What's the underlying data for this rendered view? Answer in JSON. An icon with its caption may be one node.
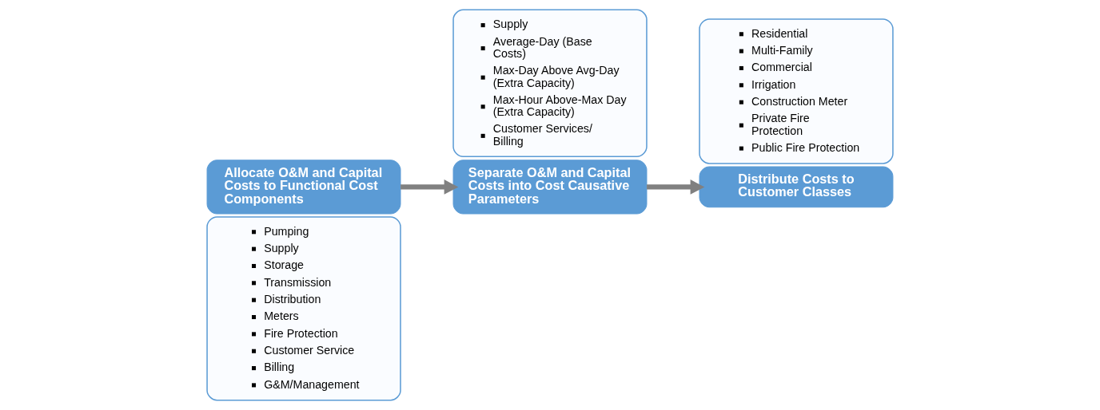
{
  "diagram": {
    "nodes": [
      {
        "text": [
          "Allocate O&M and Capital Costs to Functional Cost Components"
        ]
      },
      {
        "text": [
          "Pumping",
          "Supply",
          "Storage",
          "Transmission",
          "Distribution",
          "Meters",
          "Fire Protection",
          "Customer Service",
          "Billing",
          "G&M/Management"
        ]
      },
      {
        "text": [
          "Separate O&M and Capital Costs into Cost Causative Parameters"
        ]
      },
      {
        "text": [
          "Supply",
          "Average-Day (Base Costs)",
          "Max-Day Above Avg-Day (Extra Capacity)",
          "Max-Hour Above-Max Day (Extra Capacity)",
          "Customer Services/ Billing"
        ]
      },
      {
        "text": [
          "Distribute Costs to Customer Classes"
        ]
      },
      {
        "text": [
          "Residential",
          "Multi-Family",
          "Commercial",
          "Irrigation",
          "Construction Meter",
          "Private Fire Protection",
          "Public Fire Protection"
        ]
      }
    ],
    "edges": [
      {
        "from": 0,
        "to": 2,
        "arrow": "to"
      },
      {
        "from": 2,
        "to": 4,
        "arrow": "to"
      }
    ]
  }
}
